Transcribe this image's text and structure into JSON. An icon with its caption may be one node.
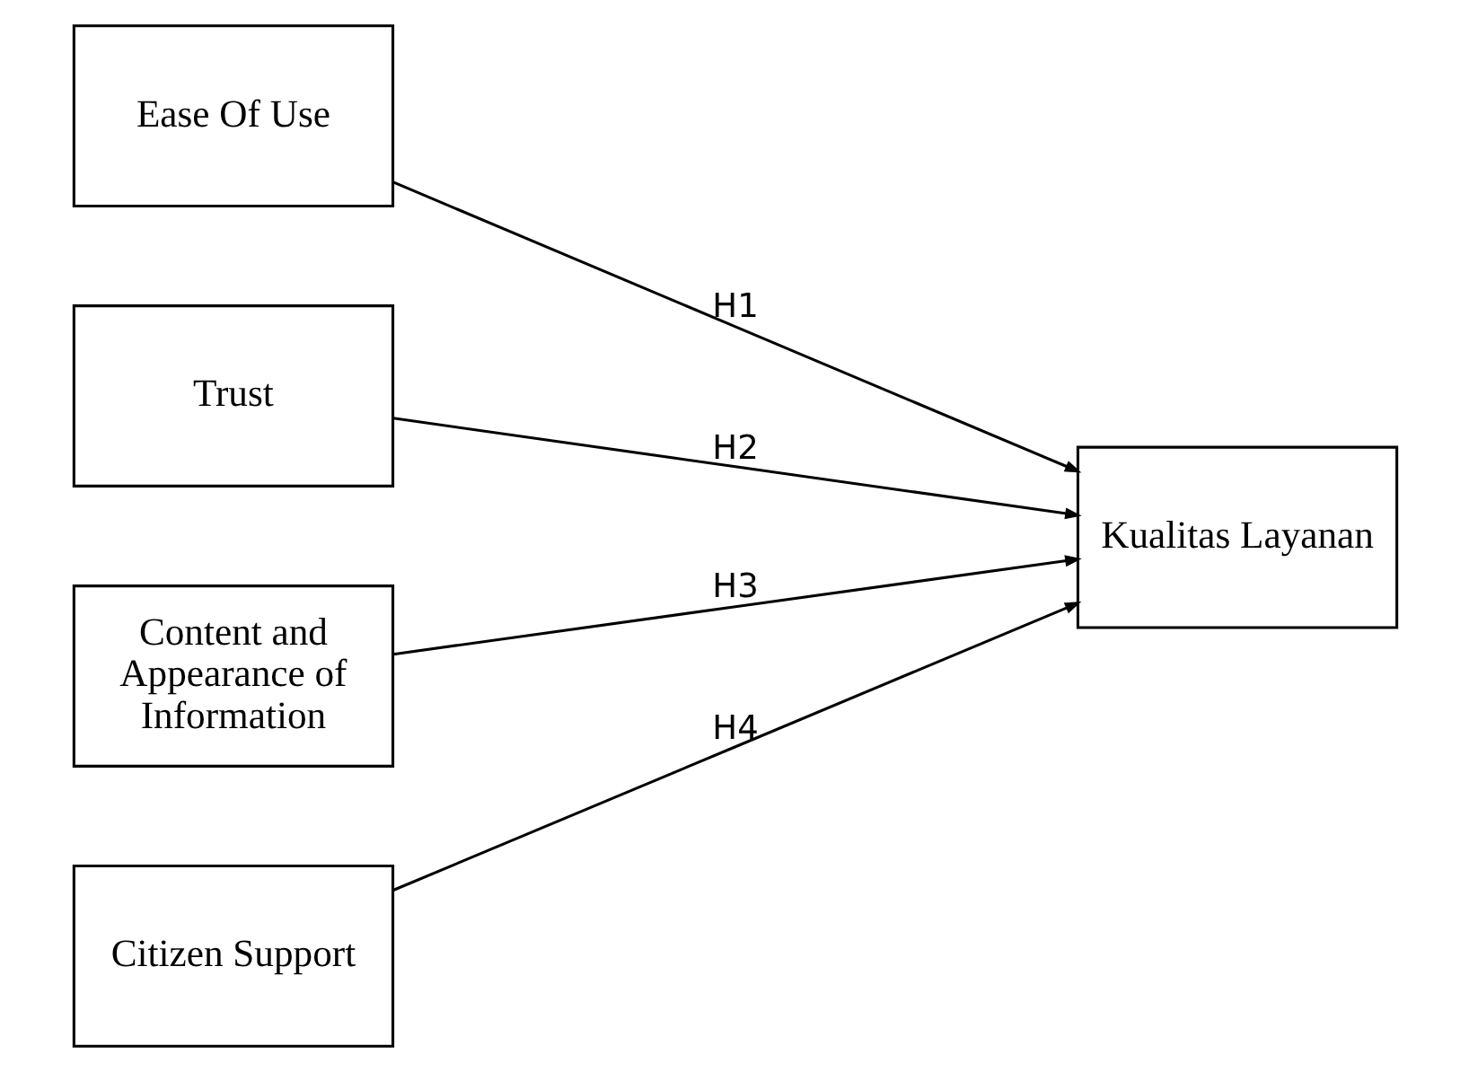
{
  "diagram": {
    "nodes": [
      {
        "text": [
          "Ease Of Use"
        ]
      },
      {
        "text": [
          "Trust"
        ]
      },
      {
        "text": [
          "Content and Appearance of Information"
        ]
      },
      {
        "text": [
          "Citizen Support"
        ]
      },
      {
        "text": [
          "Kualitas Layanan"
        ]
      }
    ],
    "edges": [
      {
        "from": 0,
        "to": 4,
        "arrow": "to",
        "label": "H1"
      },
      {
        "from": 1,
        "to": 4,
        "arrow": "to",
        "label": "H2"
      },
      {
        "from": 2,
        "to": 4,
        "arrow": "to",
        "label": "H3"
      },
      {
        "from": 3,
        "to": 4,
        "arrow": "to",
        "label": "H4"
      }
    ]
  }
}
